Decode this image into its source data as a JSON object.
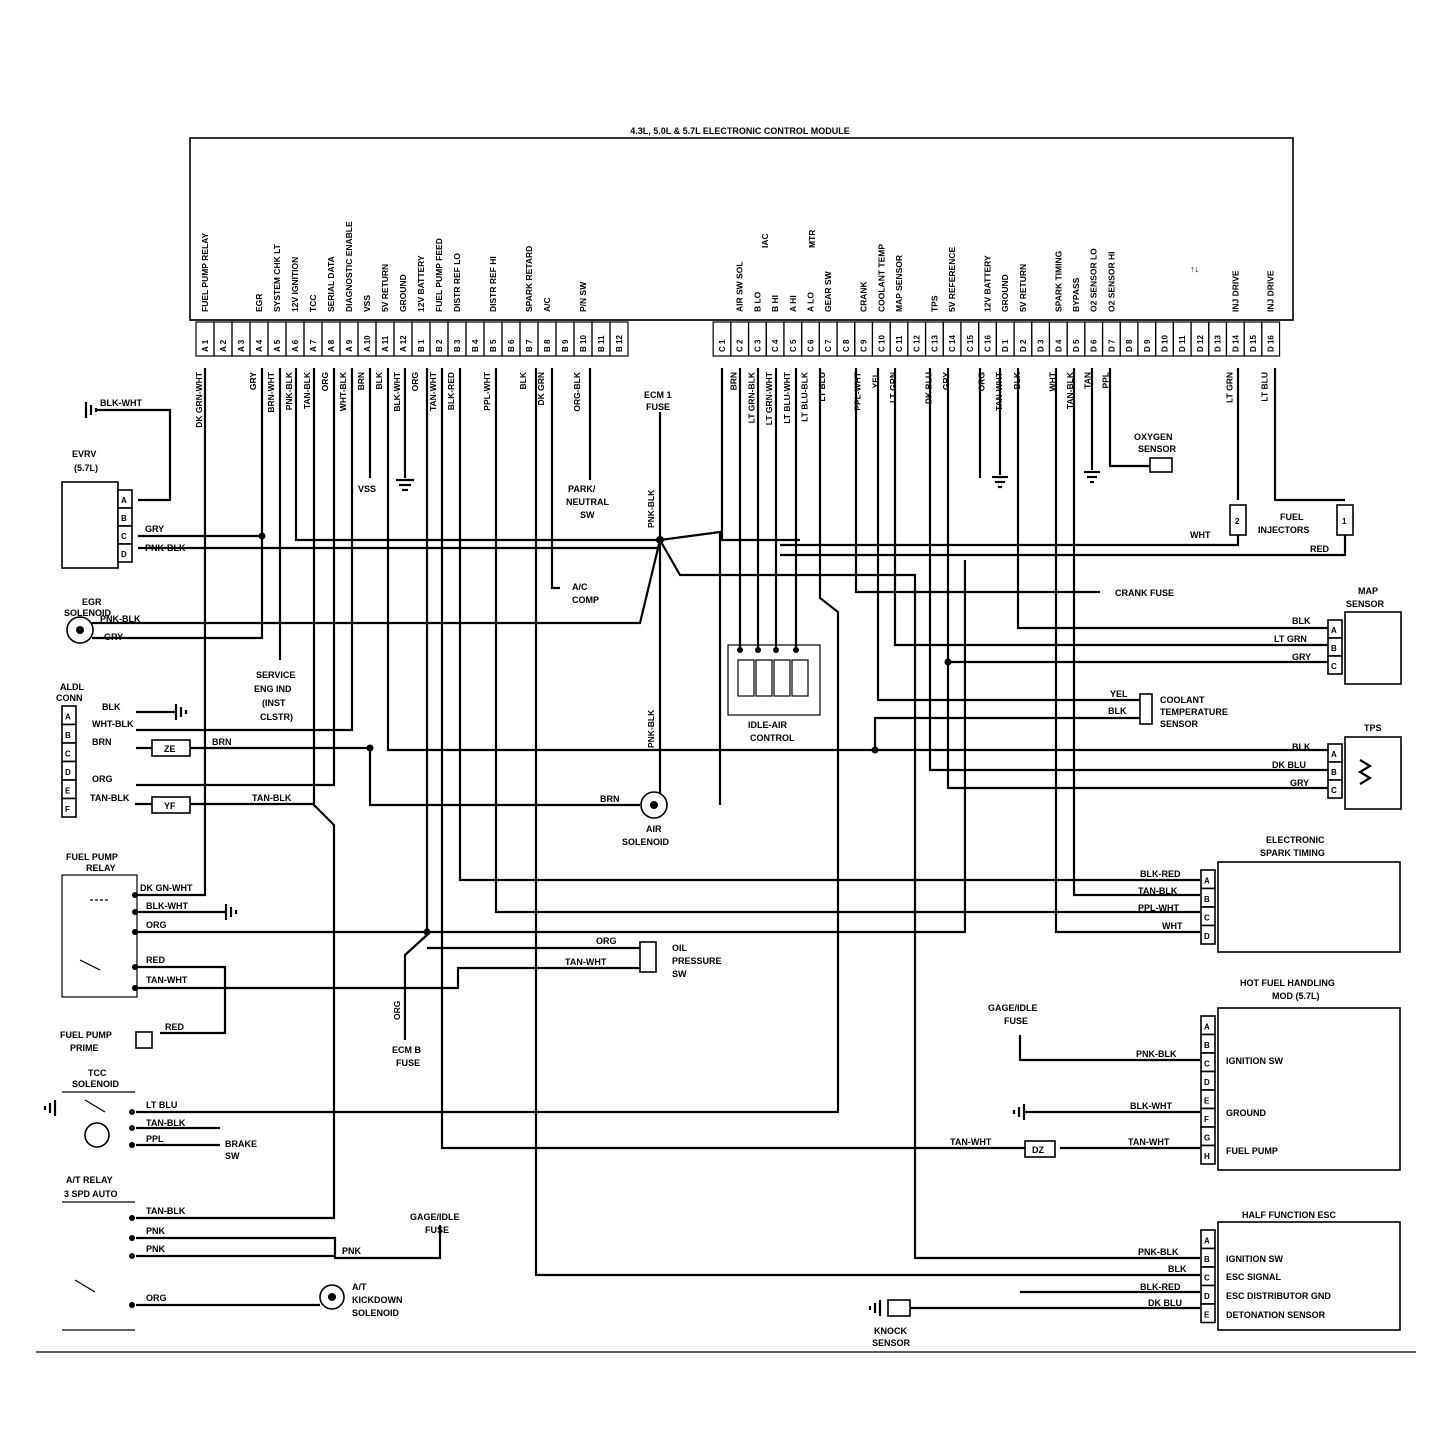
{
  "ecm": {
    "title": "4.3L, 5.0L & 5.7L ELECTRONIC CONTROL MODULE",
    "left_pins": [
      {
        "pin": "A 1",
        "func": "FUEL PUMP RELAY",
        "wire": "DK GRN-WHT"
      },
      {
        "pin": "A 2",
        "func": "",
        "wire": ""
      },
      {
        "pin": "A 3",
        "func": "",
        "wire": ""
      },
      {
        "pin": "A 4",
        "func": "EGR",
        "wire": "GRY"
      },
      {
        "pin": "A 5",
        "func": "SYSTEM CHK LT",
        "wire": "BRN-WHT"
      },
      {
        "pin": "A 6",
        "func": "12V IGNITION",
        "wire": "PNK-BLK"
      },
      {
        "pin": "A 7",
        "func": "TCC",
        "wire": "TAN-BLK"
      },
      {
        "pin": "A 8",
        "func": "SERIAL DATA",
        "wire": "ORG"
      },
      {
        "pin": "A 9",
        "func": "DIAGNOSTIC ENABLE",
        "wire": "WHT-BLK"
      },
      {
        "pin": "A 10",
        "func": "VSS",
        "wire": "BRN"
      },
      {
        "pin": "A 11",
        "func": "5V RETURN",
        "wire": "BLK"
      },
      {
        "pin": "A 12",
        "func": "GROUND",
        "wire": "BLK-WHT"
      },
      {
        "pin": "B 1",
        "func": "12V BATTERY",
        "wire": "ORG"
      },
      {
        "pin": "B 2",
        "func": "FUEL PUMP FEED",
        "wire": "TAN-WHT"
      },
      {
        "pin": "B 3",
        "func": "DISTR REF LO",
        "wire": "BLK-RED"
      },
      {
        "pin": "B 4",
        "func": "",
        "wire": ""
      },
      {
        "pin": "B 5",
        "func": "DISTR REF HI",
        "wire": "PPL-WHT"
      },
      {
        "pin": "B 6",
        "func": "",
        "wire": ""
      },
      {
        "pin": "B 7",
        "func": "SPARK RETARD",
        "wire": "BLK"
      },
      {
        "pin": "B 8",
        "func": "A/C",
        "wire": "DK GRN"
      },
      {
        "pin": "B 9",
        "func": "",
        "wire": ""
      },
      {
        "pin": "B 10",
        "func": "P/N SW",
        "wire": "ORG-BLK"
      },
      {
        "pin": "B 11",
        "func": "",
        "wire": ""
      },
      {
        "pin": "B 12",
        "func": "",
        "wire": ""
      }
    ],
    "right_pins": [
      {
        "pin": "C 1",
        "func": "",
        "wire": ""
      },
      {
        "pin": "C 2",
        "func": "AIR SW SOL",
        "wire": "BRN"
      },
      {
        "pin": "C 3",
        "func": "B LO",
        "wire": "LT GRN-BLK"
      },
      {
        "pin": "C 4",
        "func": "B HI",
        "wire": "LT GRN-WHT"
      },
      {
        "pin": "C 5",
        "func": "A HI",
        "wire": "LT BLU-WHT"
      },
      {
        "pin": "C 6",
        "func": "A LO",
        "wire": "LT BLU-BLK"
      },
      {
        "pin": "C 7",
        "func": "GEAR SW",
        "wire": "LT BLU"
      },
      {
        "pin": "C 8",
        "func": "",
        "wire": ""
      },
      {
        "pin": "C 9",
        "func": "CRANK",
        "wire": "PPL-WHT"
      },
      {
        "pin": "C 10",
        "func": "COOLANT TEMP",
        "wire": "YEL"
      },
      {
        "pin": "C 11",
        "func": "MAP SENSOR",
        "wire": "LT GRN"
      },
      {
        "pin": "C 12",
        "func": "",
        "wire": ""
      },
      {
        "pin": "C 13",
        "func": "TPS",
        "wire": "DK BLU"
      },
      {
        "pin": "C 14",
        "func": "5V REFERENCE",
        "wire": "GRY"
      },
      {
        "pin": "C 15",
        "func": "",
        "wire": ""
      },
      {
        "pin": "C 16",
        "func": "12V BATTERY",
        "wire": "ORG"
      },
      {
        "pin": "D 1",
        "func": "GROUND",
        "wire": "TAN-WHT"
      },
      {
        "pin": "D 2",
        "func": "5V RETURN",
        "wire": "BLK"
      },
      {
        "pin": "D 3",
        "func": "",
        "wire": ""
      },
      {
        "pin": "D 4",
        "func": "SPARK TIMING",
        "wire": "WHT"
      },
      {
        "pin": "D 5",
        "func": "BYPASS",
        "wire": "TAN-BLK"
      },
      {
        "pin": "D 6",
        "func": "O2 SENSOR LO",
        "wire": "TAN"
      },
      {
        "pin": "D 7",
        "func": "O2 SENSOR HI",
        "wire": "PPL"
      },
      {
        "pin": "D 8",
        "func": "",
        "wire": ""
      },
      {
        "pin": "D 9",
        "func": "",
        "wire": ""
      },
      {
        "pin": "D 10",
        "func": "",
        "wire": ""
      },
      {
        "pin": "D 11",
        "func": "",
        "wire": ""
      },
      {
        "pin": "D 12",
        "func": "",
        "wire": ""
      },
      {
        "pin": "D 13",
        "func": "",
        "wire": ""
      },
      {
        "pin": "D 14",
        "func": "INJ DRIVE",
        "wire": "LT GRN"
      },
      {
        "pin": "D 15",
        "func": "",
        "wire": ""
      },
      {
        "pin": "D 16",
        "func": "INJ DRIVE",
        "wire": "LT BLU"
      }
    ],
    "iac_label": "IAC",
    "mtr_label": "MTR",
    "arrows": "↑↓"
  },
  "labels": {
    "blk_wht": "BLK-WHT",
    "evrv": "EVRV",
    "evrv_sub": "(5.7L)",
    "gry": "GRY",
    "pnk_blk": "PNK-BLK",
    "egr_solenoid_1": "EGR",
    "egr_solenoid_2": "SOLENOID",
    "aldl_1": "ALDL",
    "aldl_2": "CONN",
    "blk": "BLK",
    "wht_blk": "WHT-BLK",
    "brn": "BRN",
    "org": "ORG",
    "tan_blk": "TAN-BLK",
    "ze": "ZE",
    "yf": "YF",
    "service_1": "SERVICE",
    "service_2": "ENG IND",
    "service_3": "(INST",
    "service_4": "CLSTR)",
    "vss": "VSS",
    "park_1": "PARK/",
    "park_2": "NEUTRAL",
    "park_3": "SW",
    "ac_comp_1": "A/C",
    "ac_comp_2": "COMP",
    "ecm1_1": "ECM 1",
    "ecm1_2": "FUSE",
    "pnk_blk_v": "PNK-BLK",
    "air_sol_1": "AIR",
    "air_sol_2": "SOLENOID",
    "iac_1": "IDLE-AIR",
    "iac_2": "CONTROL",
    "oxygen_1": "OXYGEN",
    "oxygen_2": "SENSOR",
    "wht": "WHT",
    "red": "RED",
    "fuel_inj_1": "FUEL",
    "fuel_inj_2": "INJECTORS",
    "crank_fuse": "CRANK FUSE",
    "map_sensor_1": "MAP",
    "map_sensor_2": "SENSOR",
    "lt_grn": "LT GRN",
    "yel": "YEL",
    "coolant_1": "COOLANT",
    "coolant_2": "TEMPERATURE",
    "coolant_3": "SENSOR",
    "tps": "TPS",
    "dk_blu": "DK BLU",
    "est_1": "ELECTRONIC",
    "est_2": "SPARK TIMING",
    "blk_red": "BLK-RED",
    "ppl_wht": "PPL-WHT",
    "tan_wht": "TAN-WHT",
    "fpr_1": "FUEL PUMP",
    "fpr_2": "RELAY",
    "dk_gn_wht": "DK GN-WHT",
    "oil_1": "OIL",
    "oil_2": "PRESSURE",
    "oil_3": "SW",
    "ecm_b_1": "ECM B",
    "ecm_b_2": "FUSE",
    "fpp_1": "FUEL PUMP",
    "fpp_2": "PRIME",
    "hot_fuel_1": "HOT FUEL HANDLING",
    "hot_fuel_2": "MOD (5.7L)",
    "gage_1": "GAGE/IDLE",
    "gage_2": "FUSE",
    "ignition_sw": "IGNITION SW",
    "ground": "GROUND",
    "fuel_pump": "FUEL PUMP",
    "dz": "DZ",
    "tcc_1": "TCC",
    "tcc_2": "SOLENOID",
    "lt_blu": "LT BLU",
    "ppl": "PPL",
    "brake_1": "BRAKE",
    "brake_2": "SW",
    "at_relay_1": "A/T RELAY",
    "at_relay_2": "3 SPD AUTO",
    "pnk": "PNK",
    "kick_1": "A/T",
    "kick_2": "KICKDOWN",
    "kick_3": "SOLENOID",
    "half_1": "HALF FUNCTION ESC",
    "esc_signal": "ESC SIGNAL",
    "esc_gnd": "ESC DISTRIBUTOR GND",
    "det": "DETONATION SENSOR",
    "knock_1": "KNOCK",
    "knock_2": "SENSOR"
  },
  "connectors": {
    "letters_abcd": [
      "A",
      "B",
      "C",
      "D"
    ],
    "letters_abcdef": [
      "A",
      "B",
      "C",
      "D",
      "E",
      "F"
    ],
    "letters_abc": [
      "A",
      "B",
      "C"
    ],
    "letters_ah": [
      "A",
      "B",
      "C",
      "D",
      "E",
      "F",
      "G",
      "H"
    ],
    "letters_abcde": [
      "A",
      "B",
      "C",
      "D",
      "E"
    ],
    "inj_pin_2": "2",
    "inj_pin_1": "1"
  }
}
